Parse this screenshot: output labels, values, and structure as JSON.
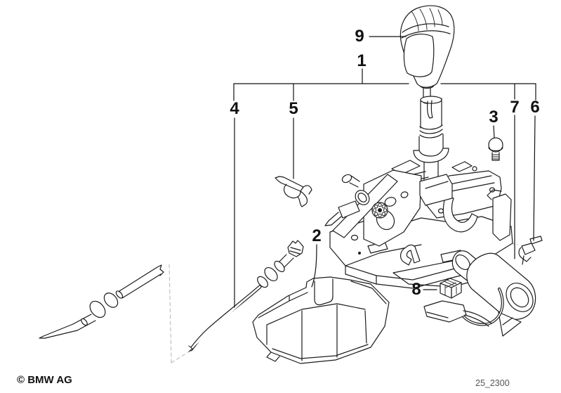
{
  "diagram": {
    "callouts": {
      "n1": "1",
      "n2": "2",
      "n3": "3",
      "n4": "4",
      "n5": "5",
      "n6": "6",
      "n7": "7",
      "n8": "8",
      "n9": "9"
    }
  },
  "footer": {
    "copyright": "© BMW AG",
    "drawing_number": "25_2300"
  },
  "colors": {
    "line": "#1c1c1c",
    "background": "#ffffff",
    "secondary_text": "#555555",
    "dashed_line": "#b5b5b5"
  }
}
